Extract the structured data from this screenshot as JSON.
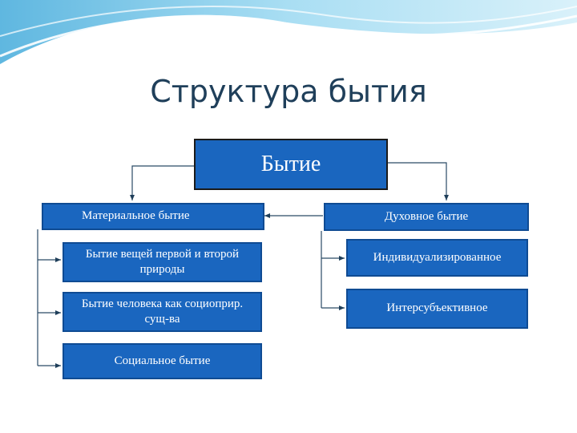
{
  "title": "Структура бытия",
  "root": "Бытие",
  "material": {
    "label": "Материальное бытие",
    "children": [
      "Бытие вещей первой и второй природы",
      "Бытие  человека как социоприр. сущ-ва",
      "Социальное бытие"
    ]
  },
  "spiritual": {
    "label": "Духовное бытие",
    "children": [
      "Индивидуализированное",
      "Интерсубъективное"
    ]
  },
  "colors": {
    "box_fill": "#1a66bf",
    "box_border": "#0f4b93",
    "title": "#1f3f5a",
    "wave": "#8fd0ec"
  }
}
